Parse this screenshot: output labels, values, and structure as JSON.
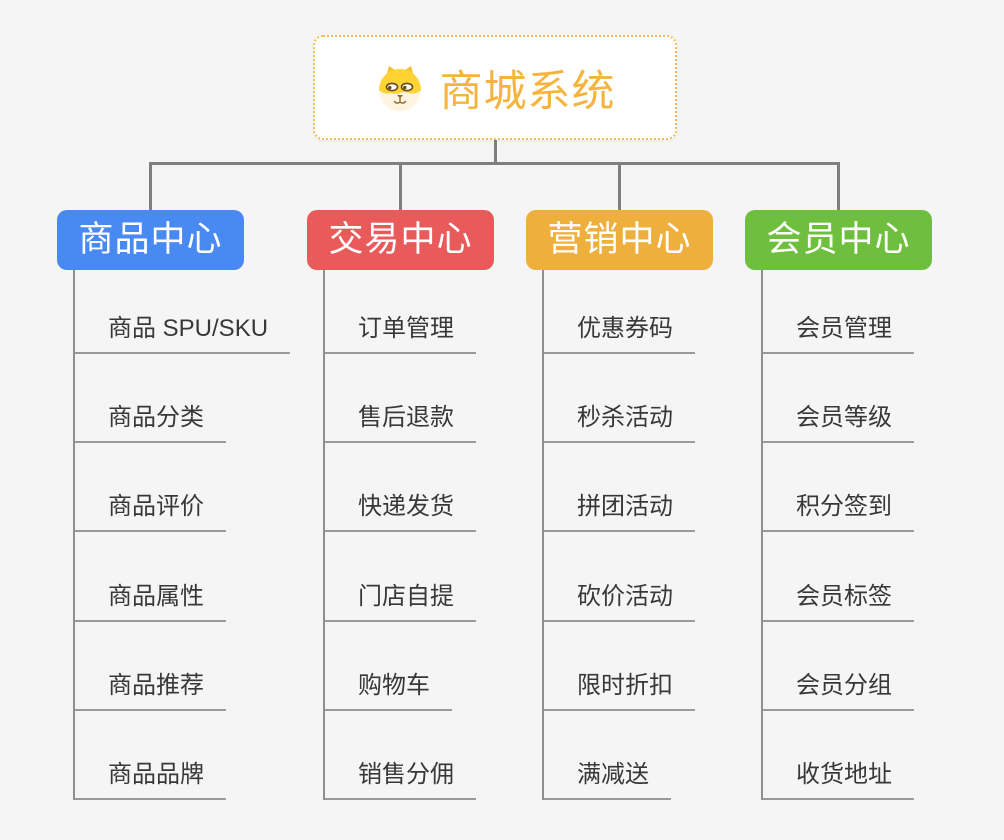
{
  "canvas": {
    "background": "#f5f5f5",
    "connector_color": "#7f7f7f",
    "underline_color": "#9a9a9a"
  },
  "root": {
    "title": "商城系统",
    "icon": "dog-face-icon",
    "title_color": "#f5b43f",
    "border_color": "#f6bb55"
  },
  "branches": [
    {
      "label": "商品中心",
      "color": "#4989f2",
      "items": [
        "商品 SPU/SKU",
        "商品分类",
        "商品评价",
        "商品属性",
        "商品推荐",
        "商品品牌"
      ]
    },
    {
      "label": "交易中心",
      "color": "#e95b5b",
      "items": [
        "订单管理",
        "售后退款",
        "快递发货",
        "门店自提",
        "购物车",
        "销售分佣"
      ]
    },
    {
      "label": "营销中心",
      "color": "#efaf3d",
      "items": [
        "优惠券码",
        "秒杀活动",
        "拼团活动",
        "砍价活动",
        "限时折扣",
        "满减送"
      ]
    },
    {
      "label": "会员中心",
      "color": "#6fbf3e",
      "items": [
        "会员管理",
        "会员等级",
        "积分签到",
        "会员标签",
        "会员分组",
        "收货地址"
      ]
    }
  ]
}
